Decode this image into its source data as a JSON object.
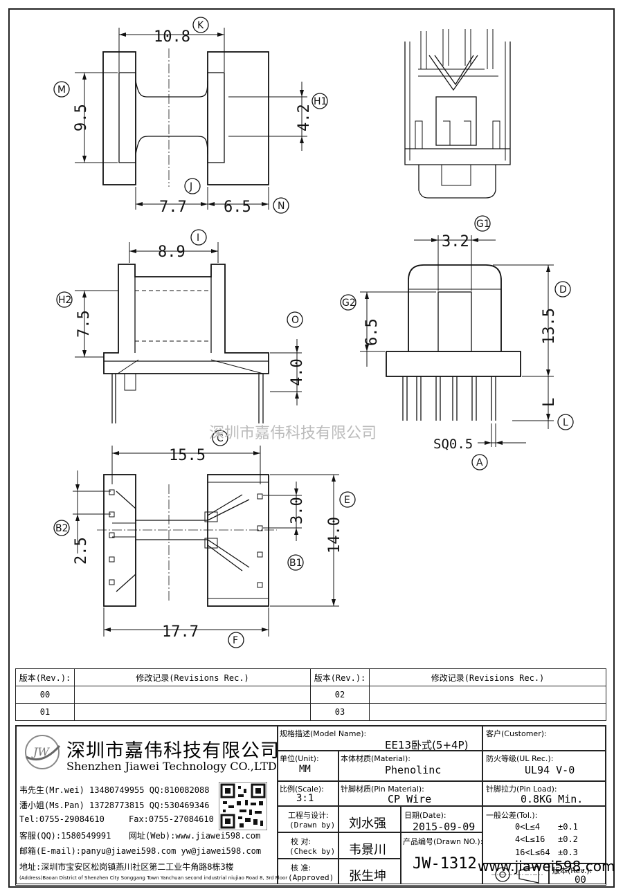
{
  "dimensions": {
    "d10_8": "10.8",
    "d9_5": "9.5",
    "d4_2": "4.2",
    "d7_7": "7.7",
    "d6_5a": "6.5",
    "d8_9": "8.9",
    "d7_5": "7.5",
    "d4_0": "4.0",
    "d3_2": "3.2",
    "d6_5b": "6.5",
    "d13_5": "13.5",
    "dL": "L",
    "sq": "SQ0.5",
    "d15_5": "15.5",
    "d3_0": "3.0",
    "d14_0": "14.0",
    "d2_5": "2.5",
    "d17_7": "17.7"
  },
  "bubbles": {
    "K": "K",
    "M": "M",
    "H1": "H1",
    "J": "J",
    "N": "N",
    "I": "I",
    "H2": "H2",
    "O": "O",
    "G1": "G1",
    "G2": "G2",
    "D": "D",
    "L": "L",
    "A": "A",
    "C": "C",
    "E": "E",
    "B2": "B2",
    "B1": "B1",
    "F": "F"
  },
  "watermark": "深圳市嘉伟科技有限公司",
  "watermark_url": "www.jiawei598.com",
  "revisions": {
    "hdr_rev": "版本(Rev.):",
    "hdr_rec": "修改记录(Revisions Rec.)",
    "r1a": "00",
    "r1b": "02",
    "r2a": "01",
    "r2b": "03"
  },
  "company": {
    "logo_text": "JW",
    "name_cn": "深圳市嘉伟科技有限公司",
    "name_en": "Shenzhen Jiawei Technology CO.,LTD",
    "contact1": "韦先生(Mr.wei) 13480749955 QQ:810082088",
    "contact2": "潘小姐(Ms.Pan) 13728773815 QQ:530469346",
    "tel": "Tel:0755-29084610",
    "fax": "Fax:0755-27084610",
    "qq": "客服(QQ):1580549991",
    "web": "网址(Web):www.jiawei598.com",
    "email": "邮箱(E-mail):panyu@jiawei598.com  yw@jiawei598.com",
    "address": "地址:深圳市宝安区松岗镇燕川社区第二工业牛角路8栋3楼",
    "address_en": "(Address)Baoan District of Shenzhen City Songgang Town Yanchuan second industrial niujiao Road 8, 3rd Floor"
  },
  "title_block": {
    "model_label": "规格描述(Model Name):",
    "model_value": "EE13卧式(5+4P)",
    "customer_label": "客户(Customer):",
    "unit_label": "单位(Unit):",
    "unit_value": "MM",
    "material_label": "本体材质(Material):",
    "material_value": "Phenolinc",
    "ul_label": "防火等级(UL Rec.):",
    "ul_value": "UL94 V-0",
    "scale_label": "比例(Scale):",
    "scale_value": "3:1",
    "pin_label": "针脚材质(Pin Material):",
    "pin_value": "CP Wire",
    "load_label": "针脚拉力(Pin Load):",
    "load_value": "0.8KG Min.",
    "drawn_label1": "工程与设计:",
    "drawn_label2": "(Drawn by)",
    "drawn_value": "刘水强",
    "date_label": "日期(Date):",
    "date_value": "2015-09-09",
    "tol_label": "一般公差(Tol.):",
    "tol1a": "0<L≤4",
    "tol1b": "±0.1",
    "tol2a": "4<L≤16",
    "tol2b": "±0.2",
    "tol3a": "16<L≤64",
    "tol3b": "±0.3",
    "check_label1": "校  对:",
    "check_label2": "(Check by)",
    "check_value": "韦景川",
    "drawno_label": "产品编号(Drawn NO.):",
    "drawno_value": "JW-1312",
    "appr_label1": "核  准:",
    "appr_label2": "(Approved)",
    "appr_value": "张生坤",
    "rev_label": "版本(Rev.):",
    "rev_value": "00"
  }
}
